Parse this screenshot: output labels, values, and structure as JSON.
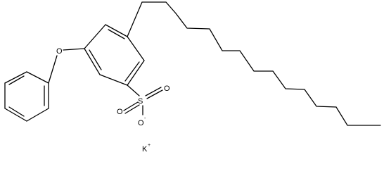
{
  "molecule": {
    "atoms": {
      "oxygen_ether": "O",
      "sulfur": "S",
      "oxygen_sulfonyl_1": "O",
      "oxygen_sulfonyl_2": "O",
      "oxygen_sulfonate": "O",
      "oxygen_sulfonate_charge": "-",
      "potassium": "K",
      "potassium_charge": "+"
    },
    "colors": {
      "bond": "#000000",
      "label": "#000000",
      "background": "#ffffff"
    }
  }
}
